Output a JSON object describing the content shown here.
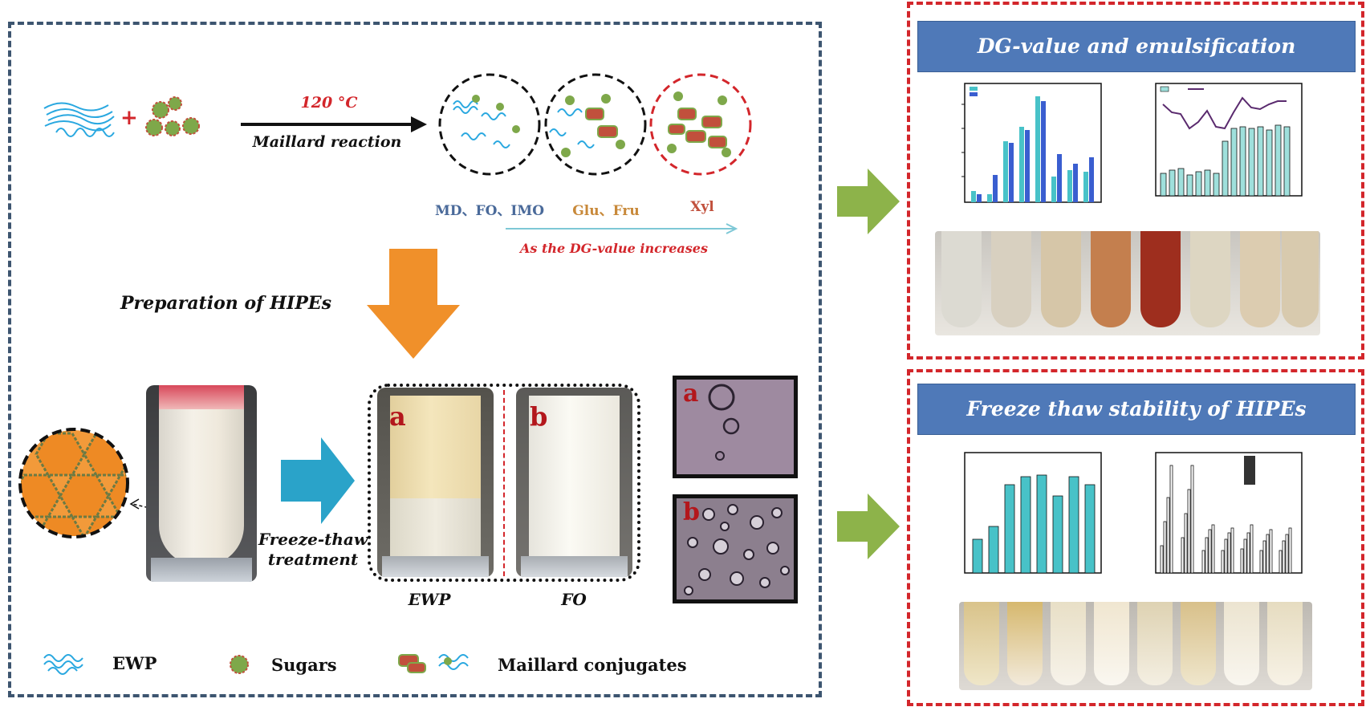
{
  "reaction": {
    "temperature": "120 °C",
    "name": "Maillard reaction",
    "sugar_groups": [
      "MD、FO、IMO",
      "Glu、Fru",
      "Xyl"
    ],
    "trend": "As the DG-value increases"
  },
  "preparation": {
    "title": "Preparation of HIPEs",
    "freeze_thaw_line1": "Freeze-thaw",
    "freeze_thaw_line2": "treatment",
    "panel_a": "a",
    "panel_b": "b",
    "tube_a_label": "EWP",
    "tube_b_label": "FO",
    "micro_a": "a",
    "micro_b": "b"
  },
  "legend": {
    "ewp": "EWP",
    "sugars": "Sugars",
    "conjugates": "Maillard conjugates"
  },
  "panels": {
    "dg_title": "DG-value and emulsification properties",
    "ft_title": "Freeze thaw stability of HIPEs"
  },
  "colors": {
    "blue_frame": "#3d5570",
    "red_frame": "#d3262b",
    "banner": "#4f79b8",
    "arrow_black": "#111111",
    "arrow_orange": "#f0902a",
    "arrow_cyan": "#2aa3c9",
    "arrow_green": "#8db34a",
    "ewp_blue": "#2aa8e0",
    "sugar_green": "#7ea84a",
    "conjugate_red": "#c1503c"
  },
  "icons": [
    "ewp-fiber-icon",
    "sugar-cluster-icon",
    "conjugate-icon",
    "hexagon-droplet-icon"
  ]
}
